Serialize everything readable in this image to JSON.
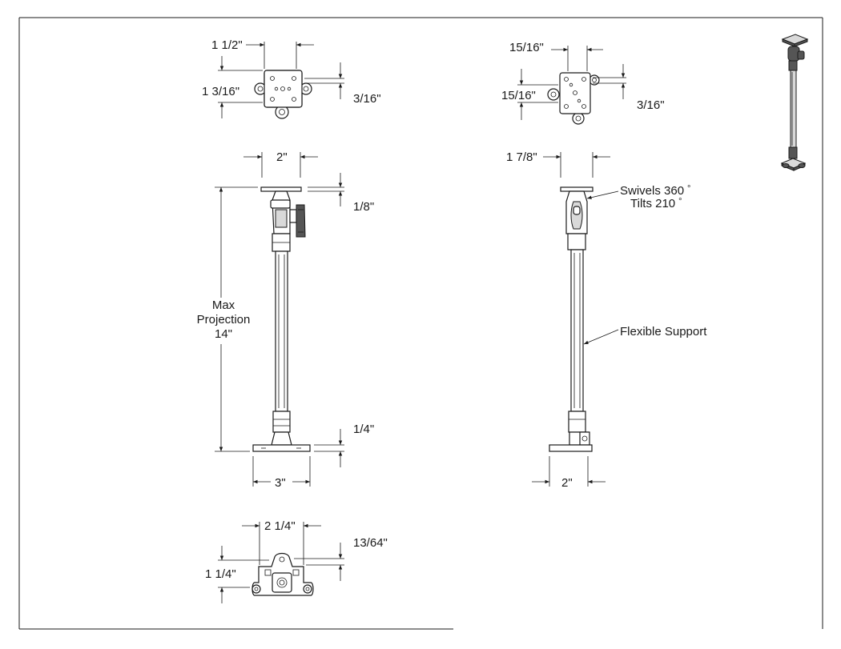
{
  "dimensions": {
    "top_left_width": "1 1/2\"",
    "top_left_height": "1 3/16\"",
    "top_left_offset": "3/16\"",
    "top_right_width": "15/16\"",
    "top_right_height": "15/16\"",
    "top_right_offset": "3/16\"",
    "front_plate_width": "2\"",
    "front_plate_thickness": "1/8\"",
    "max_projection_line1": "Max",
    "max_projection_line2": "Projection",
    "max_projection_line3": "14\"",
    "front_base_thickness": "1/4\"",
    "front_base_width": "3\"",
    "side_plate_width": "1 7/8\"",
    "side_base_width": "2\"",
    "bottom_width": "2 1/4\"",
    "bottom_offset": "13/64\"",
    "bottom_height": "1 1/4\""
  },
  "notes": {
    "swivels": "Swivels 360",
    "tilts": "Tilts 210",
    "degree_symbol": "°",
    "flexible_support": "Flexible Support"
  },
  "colors": {
    "line": "#1a1a1a",
    "shade": "#d9d9d9",
    "dark": "#555555",
    "background": "#ffffff"
  }
}
